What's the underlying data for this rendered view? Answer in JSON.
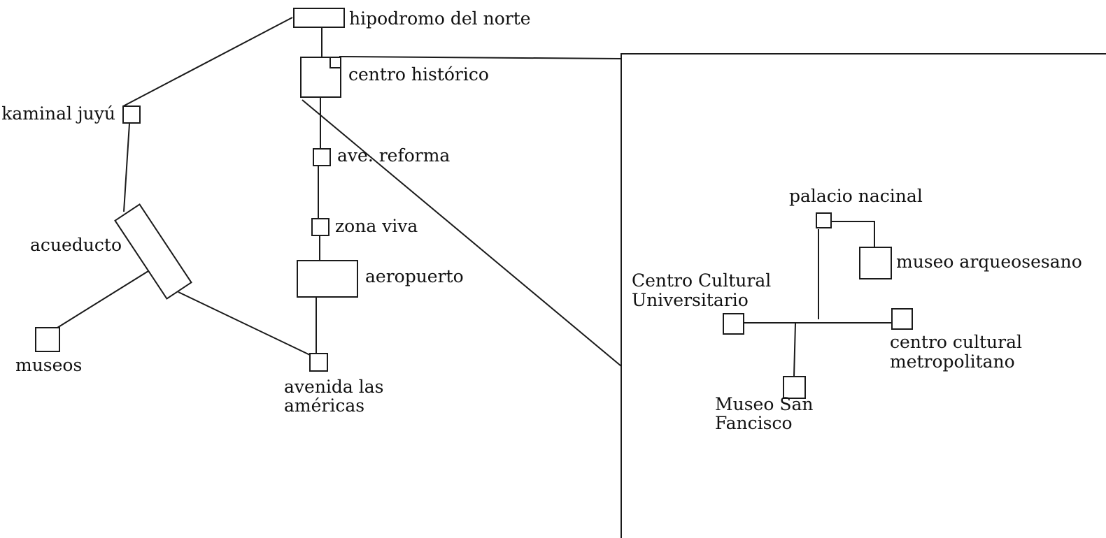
{
  "colors": {
    "ink": "#1a1a1a",
    "background": "#ffffff"
  },
  "labels": {
    "hipodromo": "hipodromo del norte",
    "centro_historico": "centro histórico",
    "kaminal": "kaminal juyú",
    "reforma": "ave. reforma",
    "zona_viva": "zona viva",
    "acueducto": "acueducto",
    "aeropuerto": "aeropuerto",
    "museos": "museos",
    "avenida_line1": "avenida las",
    "avenida_line2": "américas",
    "palacio": "palacio nacinal",
    "museo_arqueo": "museo arqueosesano",
    "ccu_line1": "Centro Cultural",
    "ccu_line2": "Universitario",
    "ccm_line1": "centro cultural",
    "ccm_line2": "metropolitano",
    "msf_line1": "Museo San",
    "msf_line2": "Fancisco"
  }
}
